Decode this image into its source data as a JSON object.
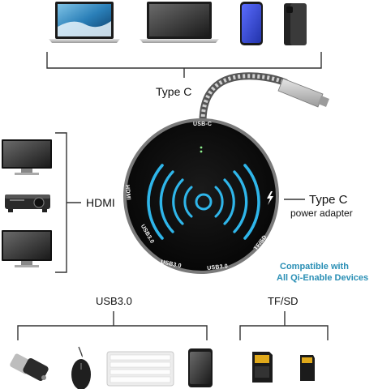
{
  "labels": {
    "type_c_top": "Type C",
    "hdmi": "HDMI",
    "type_c_right": "Type C",
    "power_adapter": "power adapter",
    "usb30": "USB3.0",
    "tfsd": "TF/SD"
  },
  "compatibility": {
    "line1": "Compatible with",
    "line2": "All Qi-Enable Devices"
  },
  "hub_ports": {
    "usb_c": "USB-C",
    "hdmi": "HDMI",
    "usb3_left": "USB3.0",
    "usb3_bottom_left": "USB3.0",
    "usb3_bottom_right": "USB3.0",
    "tf_sd": "TF/SD"
  },
  "colors": {
    "accent": "#2a8fb5",
    "wave": "#2fb6ea",
    "hub_body": "#0a0a0a",
    "hub_rim": "#8a8a8a"
  }
}
